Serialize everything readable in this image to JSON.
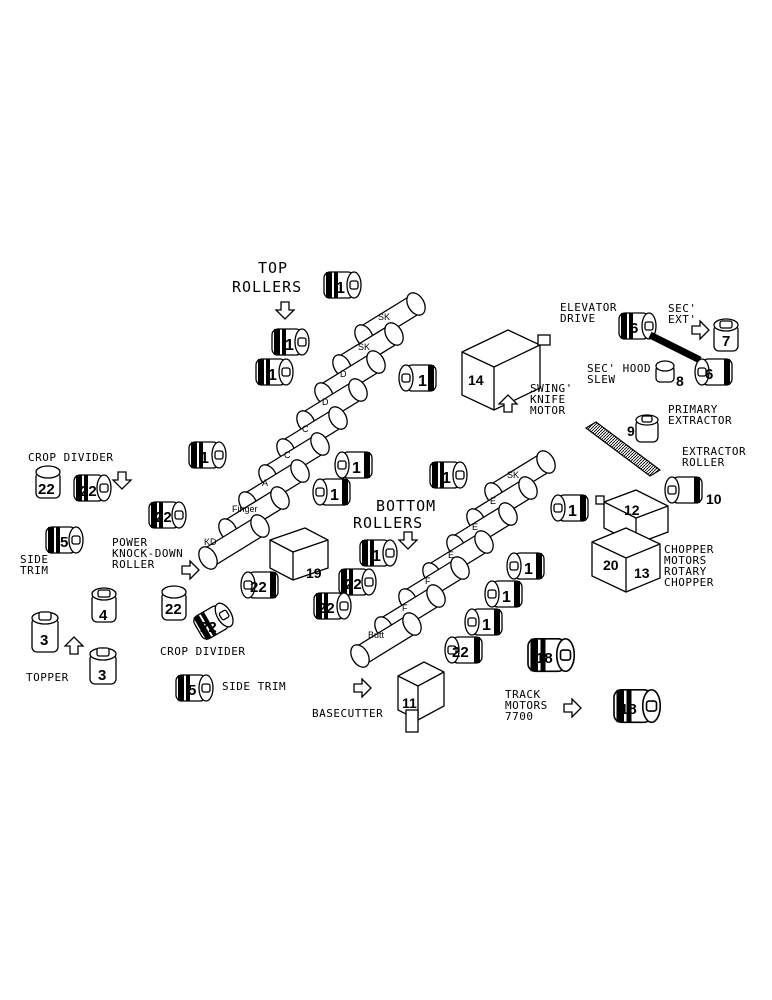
{
  "labels": {
    "top_rollers_1": "TOP",
    "top_rollers_2": "ROLLERS",
    "bottom_rollers_1": "BOTTOM",
    "bottom_rollers_2": "ROLLERS",
    "elevator_drive_1": "ELEVATOR",
    "elevator_drive_2": "DRIVE",
    "sec_ext_1": "SEC'",
    "sec_ext_2": "EXT'",
    "sec_hood_1": "SEC' HOOD",
    "sec_hood_2": "SLEW",
    "swing_knife_1": "SWING'",
    "swing_knife_2": "KNIFE",
    "swing_knife_3": "MOTOR",
    "primary_extractor_1": "PRIMARY",
    "primary_extractor_2": "EXTRACTOR",
    "extractor_roller_1": "EXTRACTOR",
    "extractor_roller_2": "ROLLER",
    "crop_divider_top": "CROP DIVIDER",
    "side_trim_left_1": "SIDE",
    "side_trim_left_2": "TRIM",
    "power_kd_1": "POWER",
    "power_kd_2": "KNOCK-DOWN",
    "power_kd_3": "ROLLER",
    "crop_divider_bottom": "CROP DIVIDER",
    "topper": "TOPPER",
    "side_trim_bottom": "SIDE TRIM",
    "basecutter": "BASECUTTER",
    "chopper_1": "CHOPPER",
    "chopper_2": "MOTORS",
    "chopper_3": "ROTARY",
    "chopper_4": "CHOPPER",
    "track_1": "TRACK",
    "track_2": "MOTORS",
    "track_3": "7700"
  },
  "roller_labels": {
    "sk_top_1": "SK",
    "sk_top_2": "SK",
    "d_1": "D",
    "d_2": "D",
    "c_1": "C",
    "c_2": "C",
    "a": "A",
    "finger": "Finger",
    "kd": "KD",
    "sk_bottom": "SK",
    "e_1": "E",
    "e_2": "E",
    "e_3": "E",
    "f_1": "F",
    "f_2": "F",
    "butt": "Butt"
  },
  "numbers": {
    "n1": "1",
    "n3": "3",
    "n4": "4",
    "n5": "5",
    "n6": "6",
    "n7": "7",
    "n8": "8",
    "n9": "9",
    "n10": "10",
    "n11": "11",
    "n12": "12",
    "n13": "13",
    "n14": "14",
    "n18": "18",
    "n19": "19",
    "n20": "20",
    "n22": "22"
  }
}
